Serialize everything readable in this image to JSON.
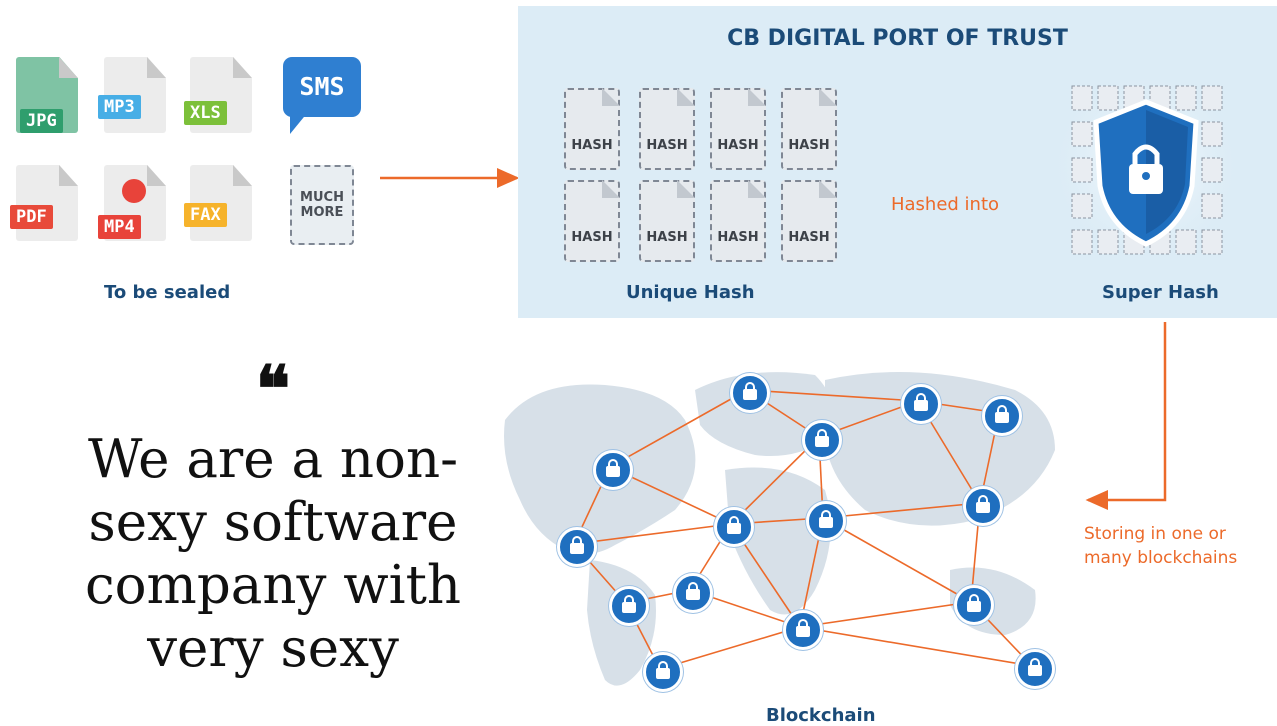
{
  "files": {
    "jpg": "JPG",
    "mp3": "MP3",
    "xls": "XLS",
    "sms": "SMS",
    "pdf": "PDF",
    "mp4": "MP4",
    "fax": "FAX",
    "much_more": "MUCH MORE",
    "caption": "To be sealed"
  },
  "panel": {
    "title": "CB DIGITAL PORT OF TRUST",
    "hash_label": "HASH",
    "unique_caption": "Unique Hash",
    "hashed_into": "Hashed into",
    "super_caption": "Super Hash"
  },
  "storing": "Storing in one or many blockchains",
  "blockchain_caption": "Blockchain",
  "quote": {
    "mark": "❝",
    "text": "We are a non-sexy software company with very sexy"
  },
  "colors": {
    "accent": "#ec6a2a",
    "navy": "#1b4b78",
    "node": "#1f6fbf",
    "panel": "#dcecf6"
  }
}
